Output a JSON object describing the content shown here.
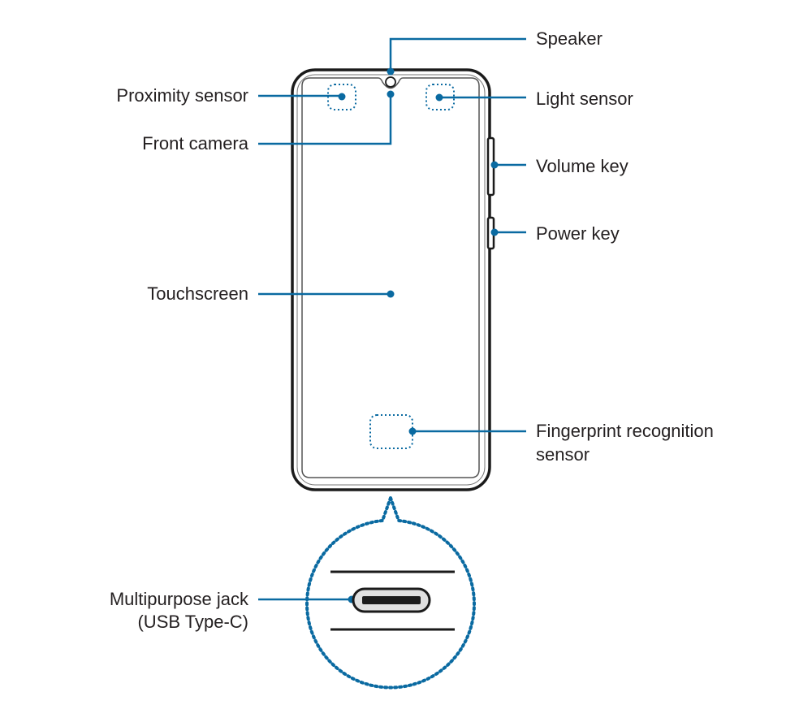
{
  "colors": {
    "callout": "#0a6aa1",
    "outline": "#1b1b1b",
    "text": "#231f20"
  },
  "labels": {
    "speaker": "Speaker",
    "proximity_sensor": "Proximity sensor",
    "light_sensor": "Light sensor",
    "front_camera": "Front camera",
    "volume_key": "Volume key",
    "power_key": "Power key",
    "touchscreen": "Touchscreen",
    "fingerprint_line1": "Fingerprint recognition",
    "fingerprint_line2": "sensor",
    "jack_line1": "Multipurpose jack",
    "jack_line2": "(USB Type-C)"
  }
}
